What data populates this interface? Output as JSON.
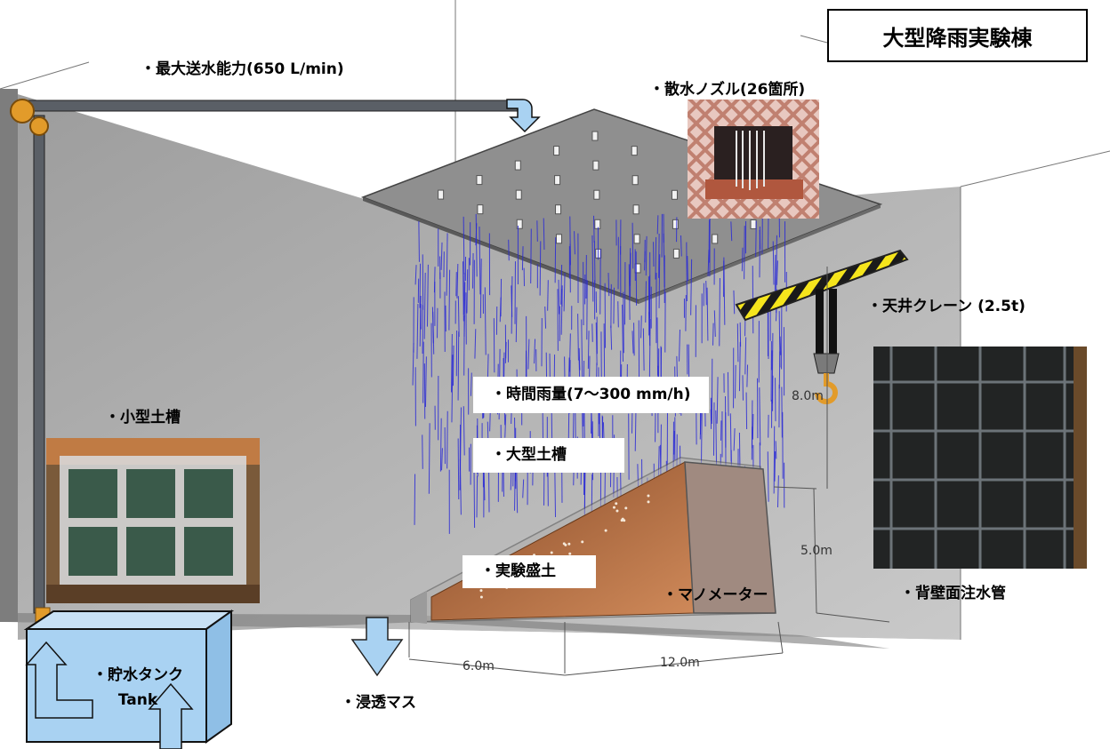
{
  "title": "大型降雨実験棟",
  "labels": {
    "max_supply": "・最大送水能力(650 L/min)",
    "nozzles": "・散水ノズル(26箇所)",
    "crane": "・天井クレーン (2.5t)",
    "rain_rate": "・時間雨量(7～300 mm/h)",
    "small_soil_tank": "・小型土槽",
    "large_soil_tank": "・大型土槽",
    "embankment": "・実験盛土",
    "manometer": "・マノメーター",
    "back_wall_pipe": "・背壁面注水管",
    "storage_tank": "・貯水タンク",
    "tank_en": "Tank",
    "seepage": "・浸透マス"
  },
  "dimensions": {
    "height_8": "8.0m",
    "height_5": "5.0m",
    "width_6": "6.0m",
    "length_12": "12.0m"
  },
  "colors": {
    "rain": "#2a2ad6",
    "soil": "#a0603a",
    "water_blue": "#a9d2f2",
    "pipe": "#555a60",
    "crane_yellow": "#f3e21a",
    "panel": "#8f8f8f"
  }
}
